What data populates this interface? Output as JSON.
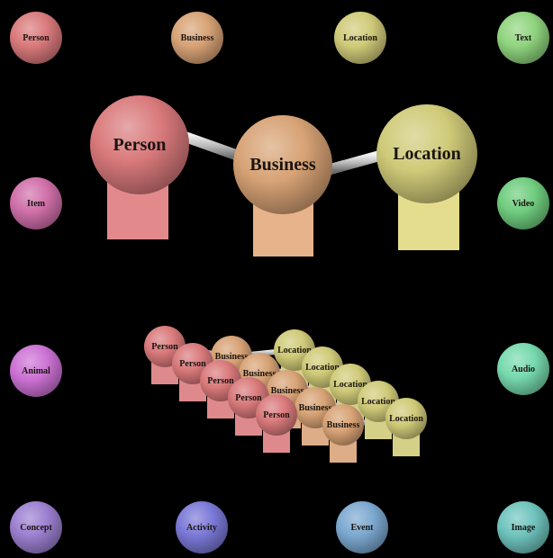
{
  "palette": {
    "person": {
      "label": "Person",
      "color": "#d9797b"
    },
    "business": {
      "label": "Business",
      "color": "#d7a275"
    },
    "location": {
      "label": "Location",
      "color": "#cfca78"
    },
    "text": {
      "label": "Text",
      "color": "#8fd47e"
    },
    "item": {
      "label": "Item",
      "color": "#cf6fa9"
    },
    "video": {
      "label": "Video",
      "color": "#6fcc7e"
    },
    "animal": {
      "label": "Animal",
      "color": "#cc71d4"
    },
    "audio": {
      "label": "Audio",
      "color": "#76d9ad"
    },
    "concept": {
      "label": "Concept",
      "color": "#9b7fcf"
    },
    "activity": {
      "label": "Activity",
      "color": "#7a78d6"
    },
    "event": {
      "label": "Event",
      "color": "#7ba8cf"
    },
    "image": {
      "label": "Image",
      "color": "#6fc3bd"
    }
  },
  "main_graph": {
    "person": {
      "label": "Person",
      "color": "#d9797b",
      "bar": "#e28a8b"
    },
    "business": {
      "label": "Business",
      "color": "#d7a275",
      "bar": "#e7b38a"
    },
    "location": {
      "label": "Location",
      "color": "#cfca78",
      "bar": "#e3dd8d"
    }
  },
  "stack": {
    "layers": 5,
    "person_label": "Person",
    "business_label": "Business",
    "location_label": "Location",
    "person_color": "#d9797b",
    "business_color": "#d7a275",
    "location_color": "#cfca78"
  }
}
